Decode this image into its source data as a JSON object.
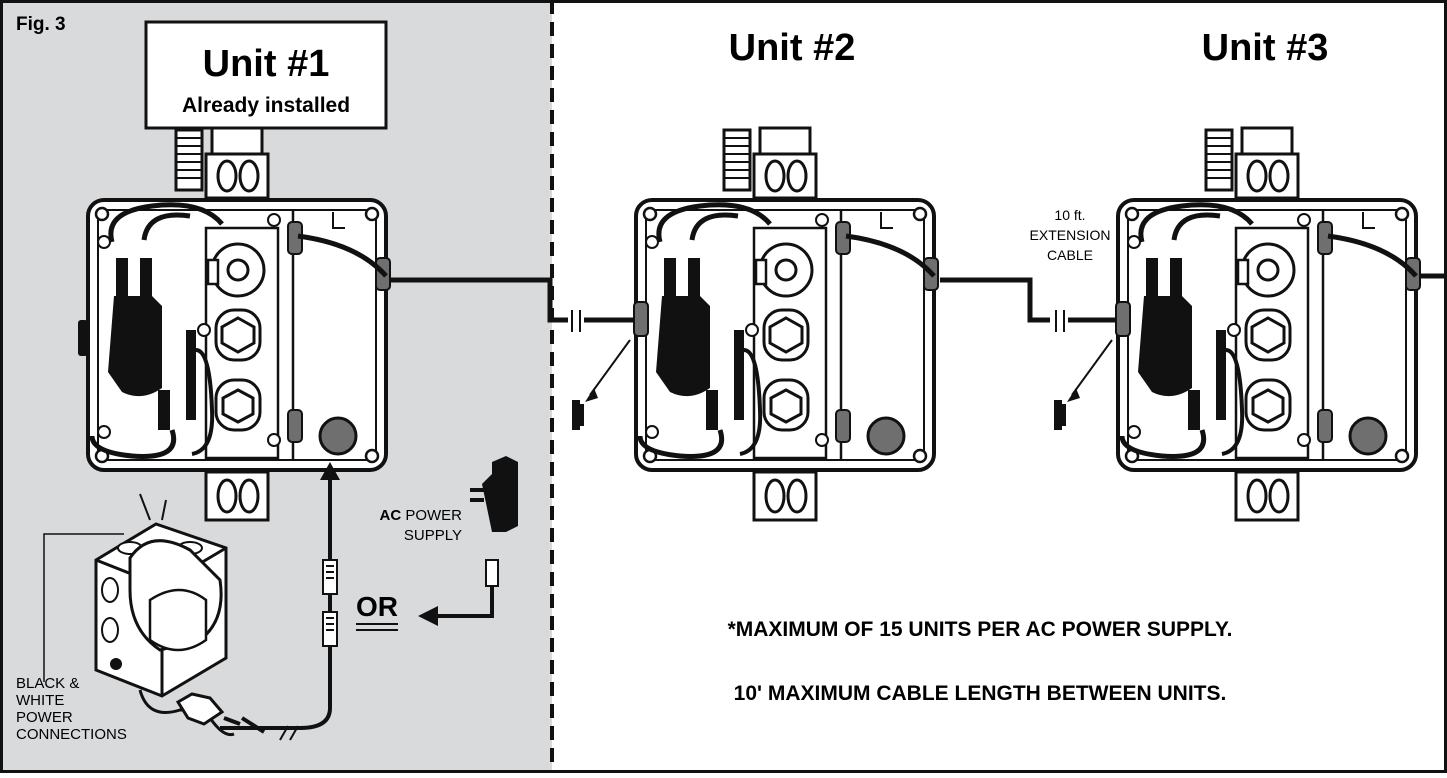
{
  "figure_label": "Fig. 3",
  "units": {
    "unit1": {
      "title": "Unit #1",
      "subtitle": "Already installed"
    },
    "unit2": {
      "title": "Unit #2"
    },
    "unit3": {
      "title": "Unit #3"
    }
  },
  "extension_cable": {
    "line1": "10 ft.",
    "line2": "EXTENSION",
    "line3": "CABLE"
  },
  "ac_power_supply": {
    "bold": "AC",
    "rest": " POWER",
    "line2": "SUPPLY"
  },
  "or_label": "OR",
  "junction_box": {
    "line1": "BLACK &",
    "line2": "WHITE",
    "line3": "POWER",
    "line4": "CONNECTIONS"
  },
  "notes": {
    "max_units": "*MAXIMUM OF 15 UNITS PER AC POWER SUPPLY.",
    "max_cable": "10' MAXIMUM CABLE LENGTH BETWEEN UNITS."
  },
  "colors": {
    "installed_panel": "#d9dadc",
    "ink": "#111111",
    "grommet": "#6f6f6f"
  }
}
